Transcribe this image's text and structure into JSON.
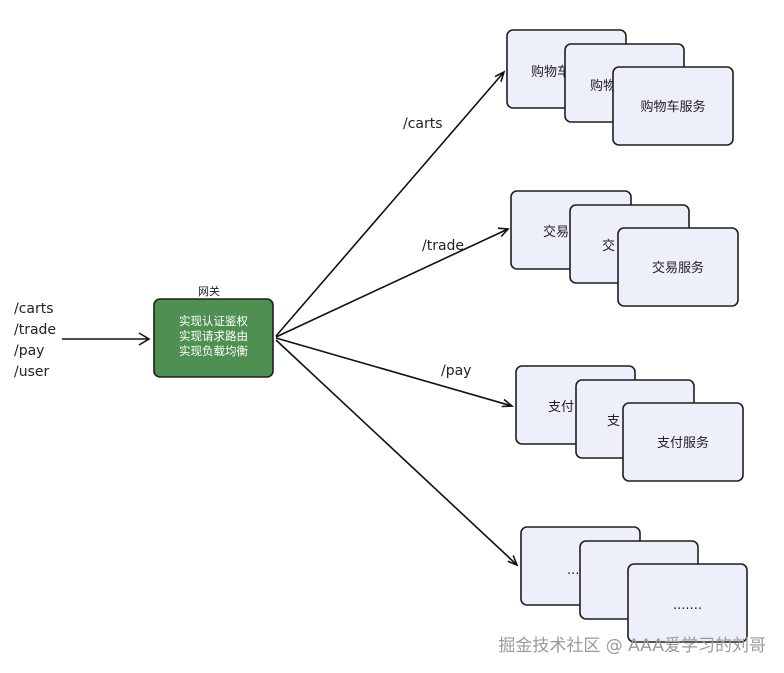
{
  "inputs": [
    "/carts",
    "/trade",
    "/pay",
    "/user"
  ],
  "gateway": {
    "title": "网关",
    "lines": [
      "实现认证鉴权",
      "实现请求路由",
      "实现负载均衡"
    ]
  },
  "routes": {
    "carts": "/carts",
    "trade": "/trade",
    "pay": "/pay"
  },
  "services": {
    "carts": {
      "back": "购物车",
      "middle": "购物",
      "front": "购物车服务"
    },
    "trade": {
      "back": "交易",
      "middle": "交",
      "front": "交易服务"
    },
    "pay": {
      "back": "支付",
      "middle": "支",
      "front": "支付服务"
    },
    "other": {
      "back": "",
      "middle": "...",
      "front": "......."
    }
  },
  "watermark": "掘金技术社区 @ AAA爱学习的刘哥",
  "colors": {
    "gateway_fill": "#4f8f51",
    "service_fill": "#edf0fa",
    "stroke": "#1e1e1e"
  }
}
